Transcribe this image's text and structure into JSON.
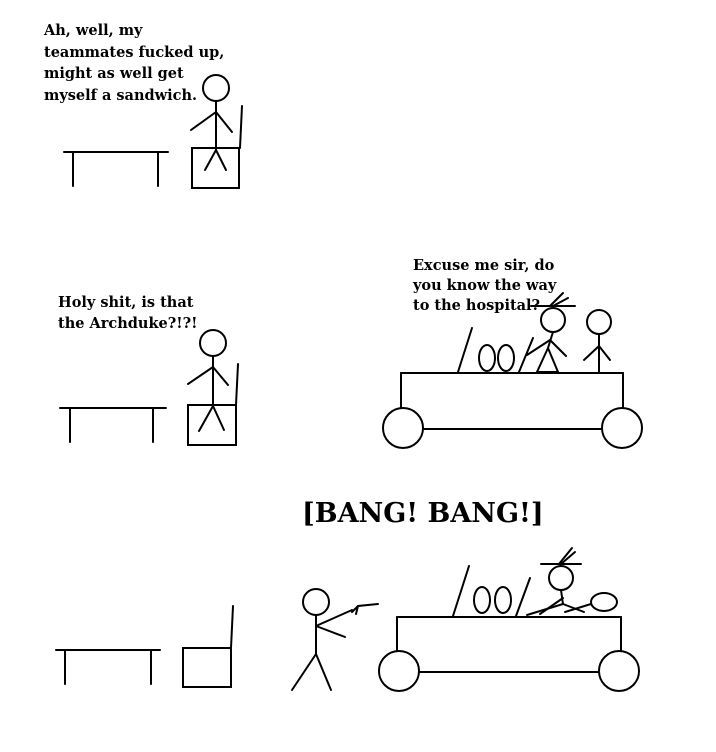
{
  "panel1": {
    "speech": "Ah, well, my\nteammates fucked up,\nmight as well get\nmyself a sandwich."
  },
  "panel2": {
    "speech_left": "Holy shit, is that\nthe Archduke?!?!",
    "speech_right": "Excuse me sir, do\nyou know the way\nto the hospital?"
  },
  "panel3": {
    "sound_effect": "[BANG! BANG!]"
  },
  "colors": {
    "ink": "#000000",
    "paper": "#ffffff"
  }
}
